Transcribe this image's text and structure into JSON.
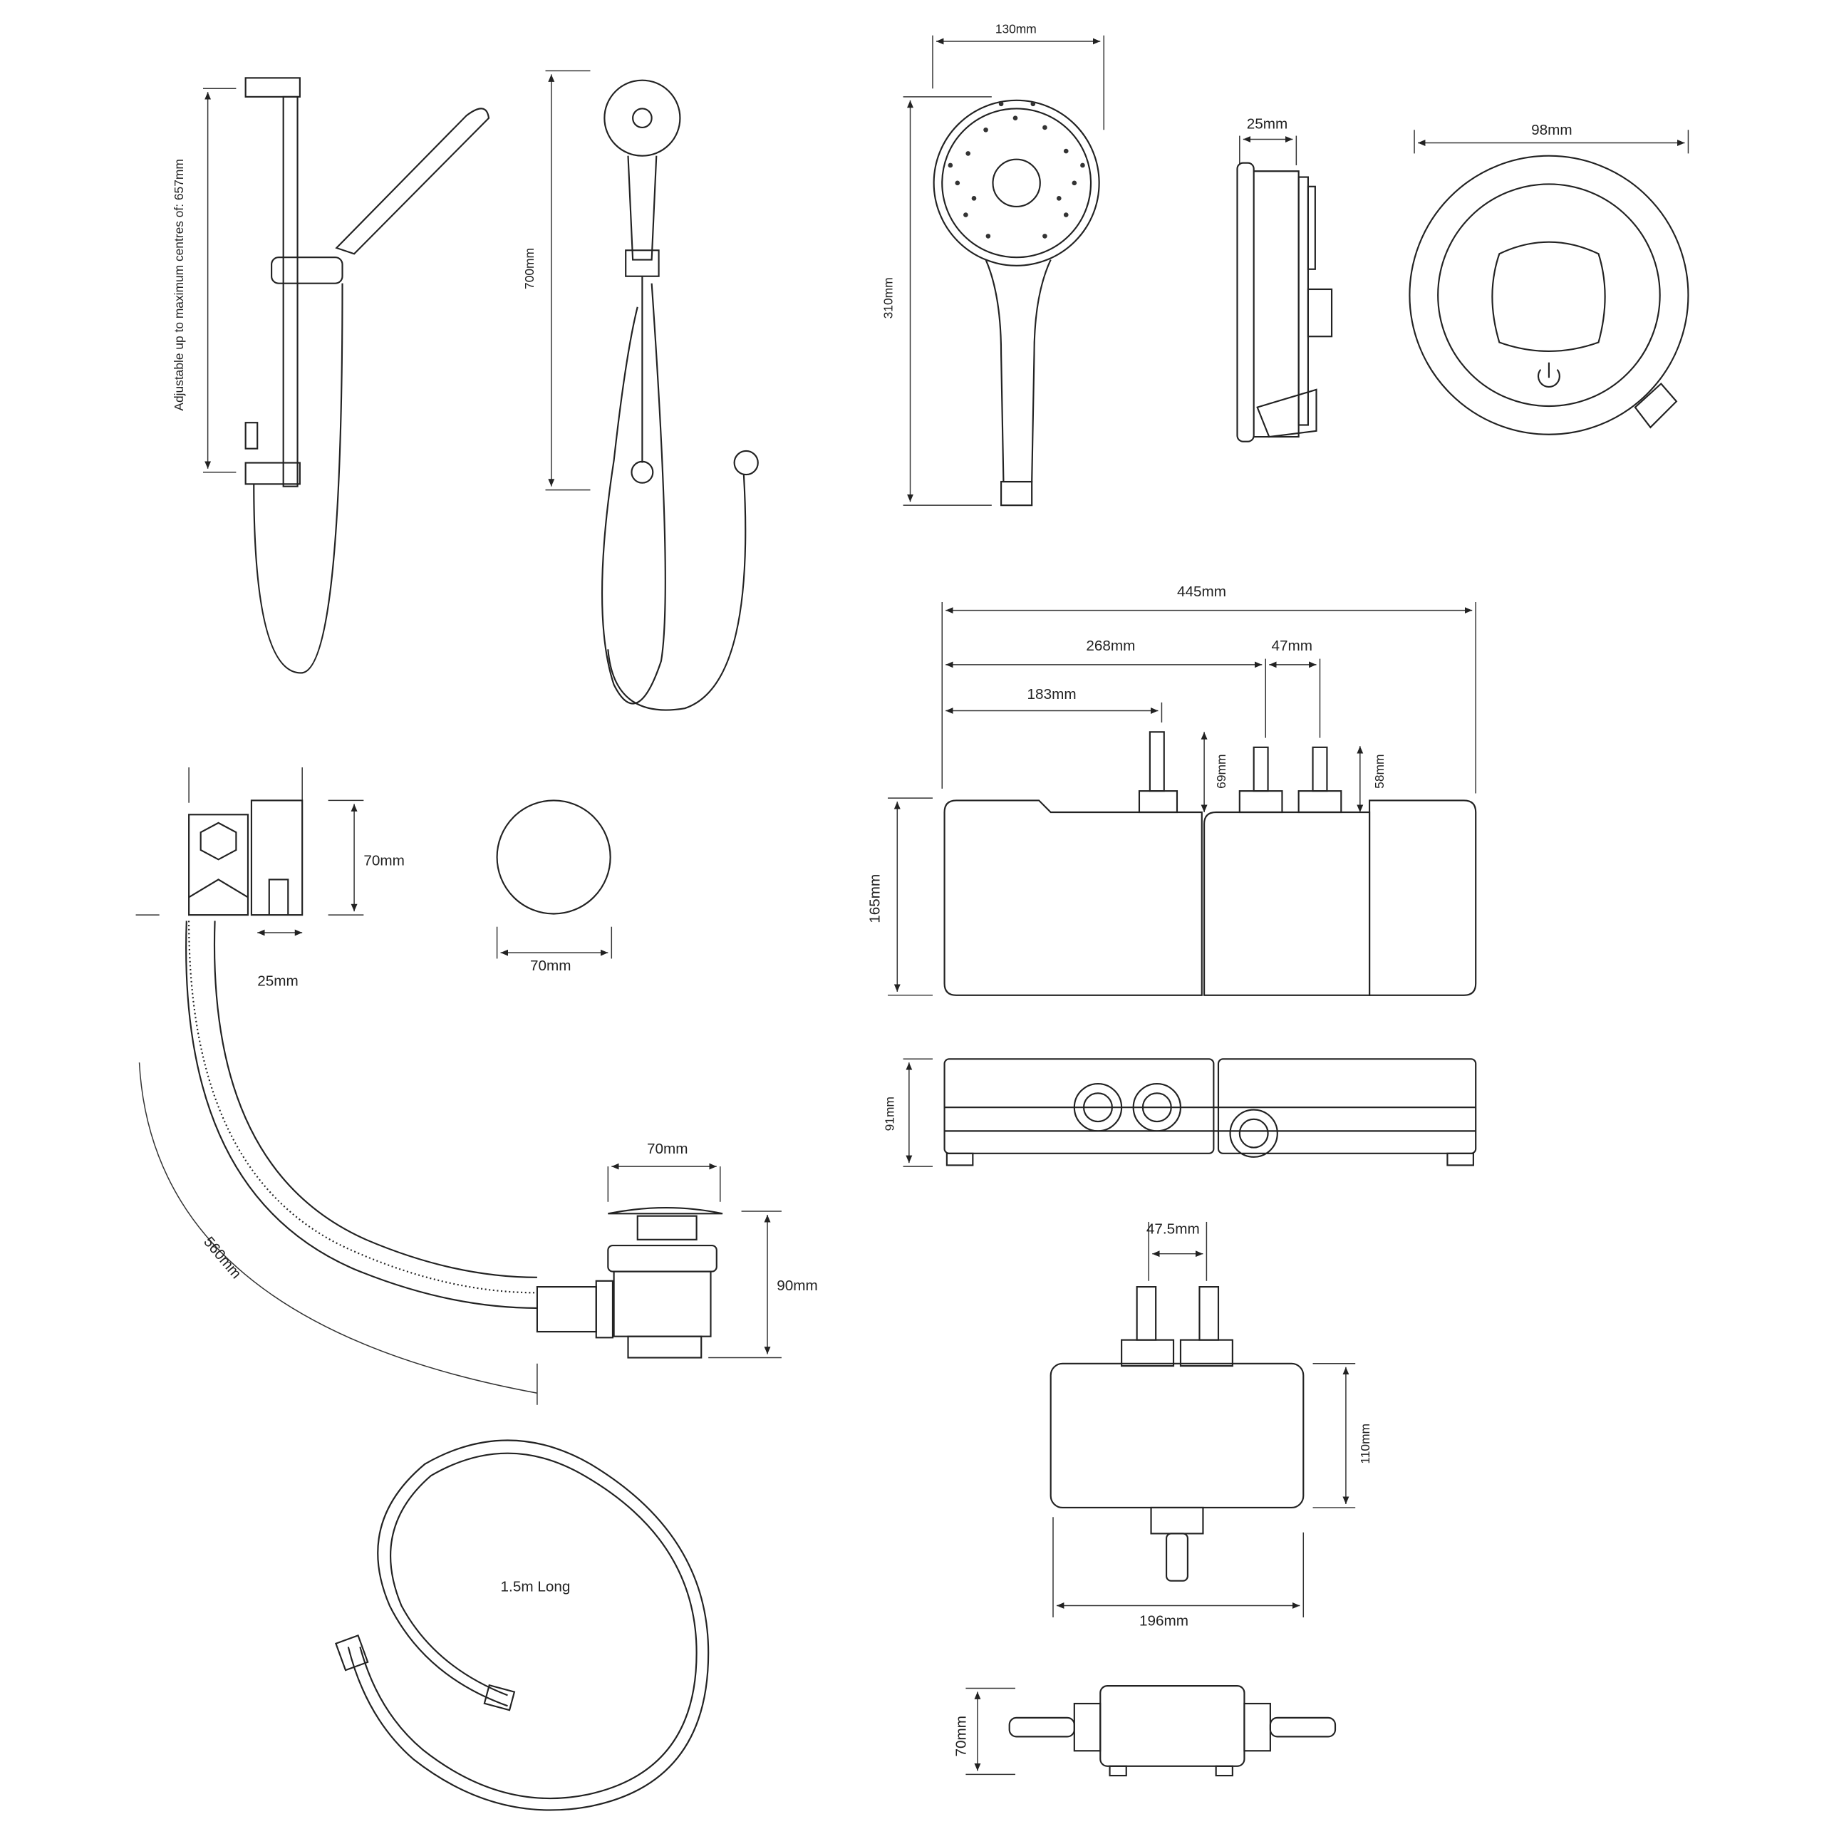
{
  "riser_kit": {
    "adjust_label": "Adjustable up to maximum centres of: 657mm"
  },
  "handset_kit": {
    "height_label": "700mm"
  },
  "shower_head": {
    "width_label": "130mm",
    "height_label": "310mm"
  },
  "control_side": {
    "depth_label": "25mm"
  },
  "control_front": {
    "diameter_label": "98mm",
    "icon": "power-icon"
  },
  "valve_front": {
    "width_label": "445mm",
    "dim_268": "268mm",
    "dim_47": "47mm",
    "dim_183": "183mm",
    "dim_69": "69mm",
    "dim_58": "58mm",
    "height_label": "165mm"
  },
  "valve_top": {
    "depth_label": "91mm"
  },
  "overflow": {
    "height_label": "70mm",
    "depth_label": "25mm"
  },
  "overflow_cap": {
    "diameter_label": "70mm"
  },
  "waste": {
    "width_label": "70mm",
    "height_label": "90mm",
    "hose_label": "560mm"
  },
  "pump": {
    "spacing_label": "47.5mm",
    "height_label": "110mm",
    "width_label": "196mm"
  },
  "pump_side": {
    "height_label": "70mm"
  },
  "hose": {
    "length_label": "1.5m Long"
  }
}
